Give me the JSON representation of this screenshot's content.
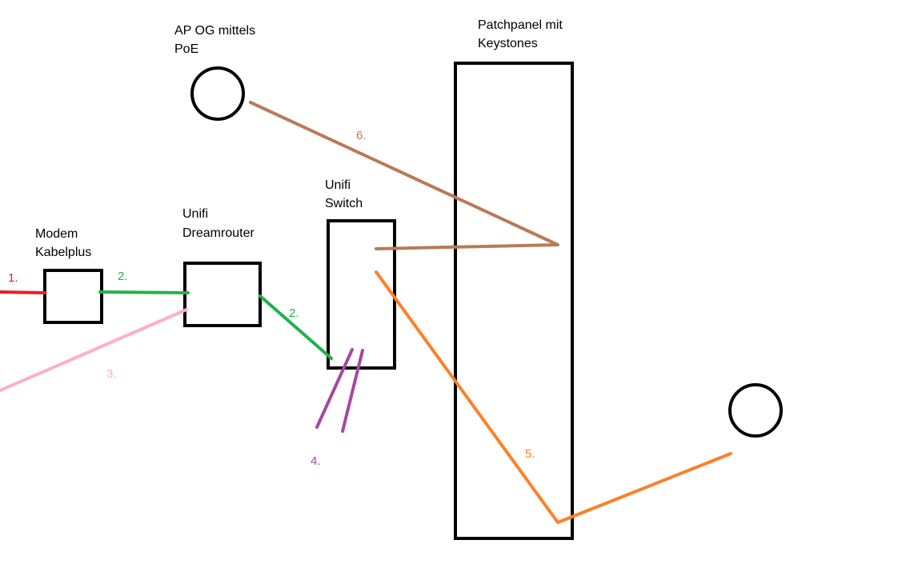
{
  "devices": {
    "ap": {
      "line1": "AP OG mittels",
      "line2": "PoE"
    },
    "patchpanel": {
      "line1": "Patchpanel mit",
      "line2": "Keystones"
    },
    "switch": {
      "line1": "Unifi",
      "line2": "Switch"
    },
    "router": {
      "line1": "Unifi",
      "line2": "Dreamrouter"
    },
    "modem": {
      "line1": "Modem",
      "line2": "Kabelplus"
    }
  },
  "cables": [
    {
      "label": "1.",
      "color": "#ed1c24"
    },
    {
      "label": "2.",
      "color": "#22b14c"
    },
    {
      "label": "2.",
      "color": "#22b14c"
    },
    {
      "label": "3.",
      "color": "#ffaec9"
    },
    {
      "label": "4.",
      "color": "#a349a4"
    },
    {
      "label": "5.",
      "color": "#ff7f27"
    },
    {
      "label": "6.",
      "color": "#b97a57"
    }
  ]
}
